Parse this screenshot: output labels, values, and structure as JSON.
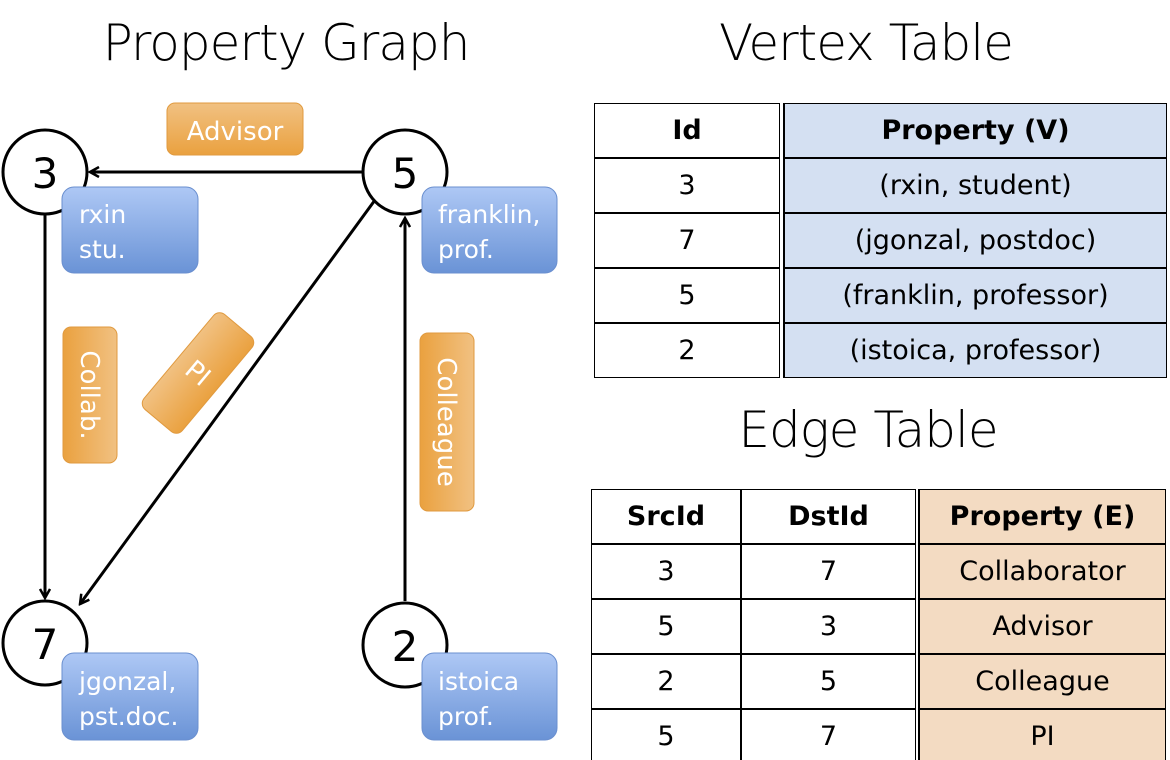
{
  "graph": {
    "title": "Property Graph",
    "vertices": [
      {
        "id": "3",
        "props": [
          "rxin",
          "stu."
        ]
      },
      {
        "id": "5",
        "props": [
          "franklin,",
          "prof."
        ]
      },
      {
        "id": "7",
        "props": [
          "jgonzal,",
          "pst.doc."
        ]
      },
      {
        "id": "2",
        "props": [
          "istoica",
          "prof."
        ]
      }
    ],
    "edges": [
      {
        "label": "Advisor",
        "src": "5",
        "dst": "3"
      },
      {
        "label": "Collab.",
        "src": "3",
        "dst": "7"
      },
      {
        "label": "PI",
        "src": "5",
        "dst": "7"
      },
      {
        "label": "Colleague",
        "src": "2",
        "dst": "5"
      }
    ],
    "colors": {
      "vertex_prop": "#7fa3e0",
      "edge_label": "#eda84c"
    }
  },
  "vertex_table": {
    "title": "Vertex Table",
    "headers": [
      "Id",
      "Property (V)"
    ],
    "rows": [
      [
        "3",
        "(rxin, student)"
      ],
      [
        "7",
        "(jgonzal, postdoc)"
      ],
      [
        "5",
        "(franklin, professor)"
      ],
      [
        "2",
        "(istoica, professor)"
      ]
    ],
    "color": "#d4e0f2"
  },
  "edge_table": {
    "title": "Edge Table",
    "headers": [
      "SrcId",
      "DstId",
      "Property (E)"
    ],
    "rows": [
      [
        "3",
        "7",
        "Collaborator"
      ],
      [
        "5",
        "3",
        "Advisor"
      ],
      [
        "2",
        "5",
        "Colleague"
      ],
      [
        "5",
        "7",
        "PI"
      ]
    ],
    "color": "#f3dbc2"
  }
}
